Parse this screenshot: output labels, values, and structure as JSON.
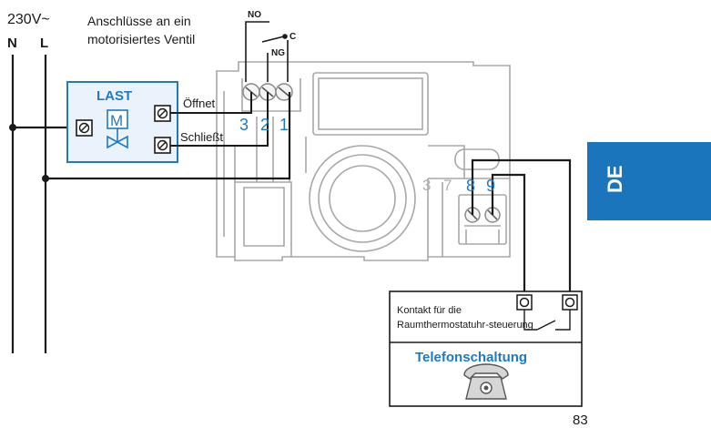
{
  "supply": {
    "voltage": "230V~",
    "neutral": "N",
    "live": "L"
  },
  "valve_caption": [
    "Anschlüsse an ein",
    "motorisiertes Ventil"
  ],
  "relay": {
    "no": "NO",
    "nc": "NG",
    "common": "C"
  },
  "load": {
    "title": "LAST",
    "motor": "M",
    "open": "Öffnet",
    "close": "Schließt"
  },
  "terminals": {
    "t3": "3",
    "t2": "2",
    "t1": "1",
    "t3b": "3",
    "t7": "7",
    "t8": "8",
    "t9": "9"
  },
  "language_tab": "DE",
  "phone_box": {
    "contact": [
      "Kontakt für die",
      "Raumthermostatuhr-steuerung"
    ],
    "title": "Telefonschaltung"
  },
  "page_number": "83",
  "colors": {
    "accent_blue": "#1f7ac4",
    "tab_blue": "#1b75bc",
    "line": "#1a1a1a",
    "device_gray": "#9a9a9a"
  }
}
